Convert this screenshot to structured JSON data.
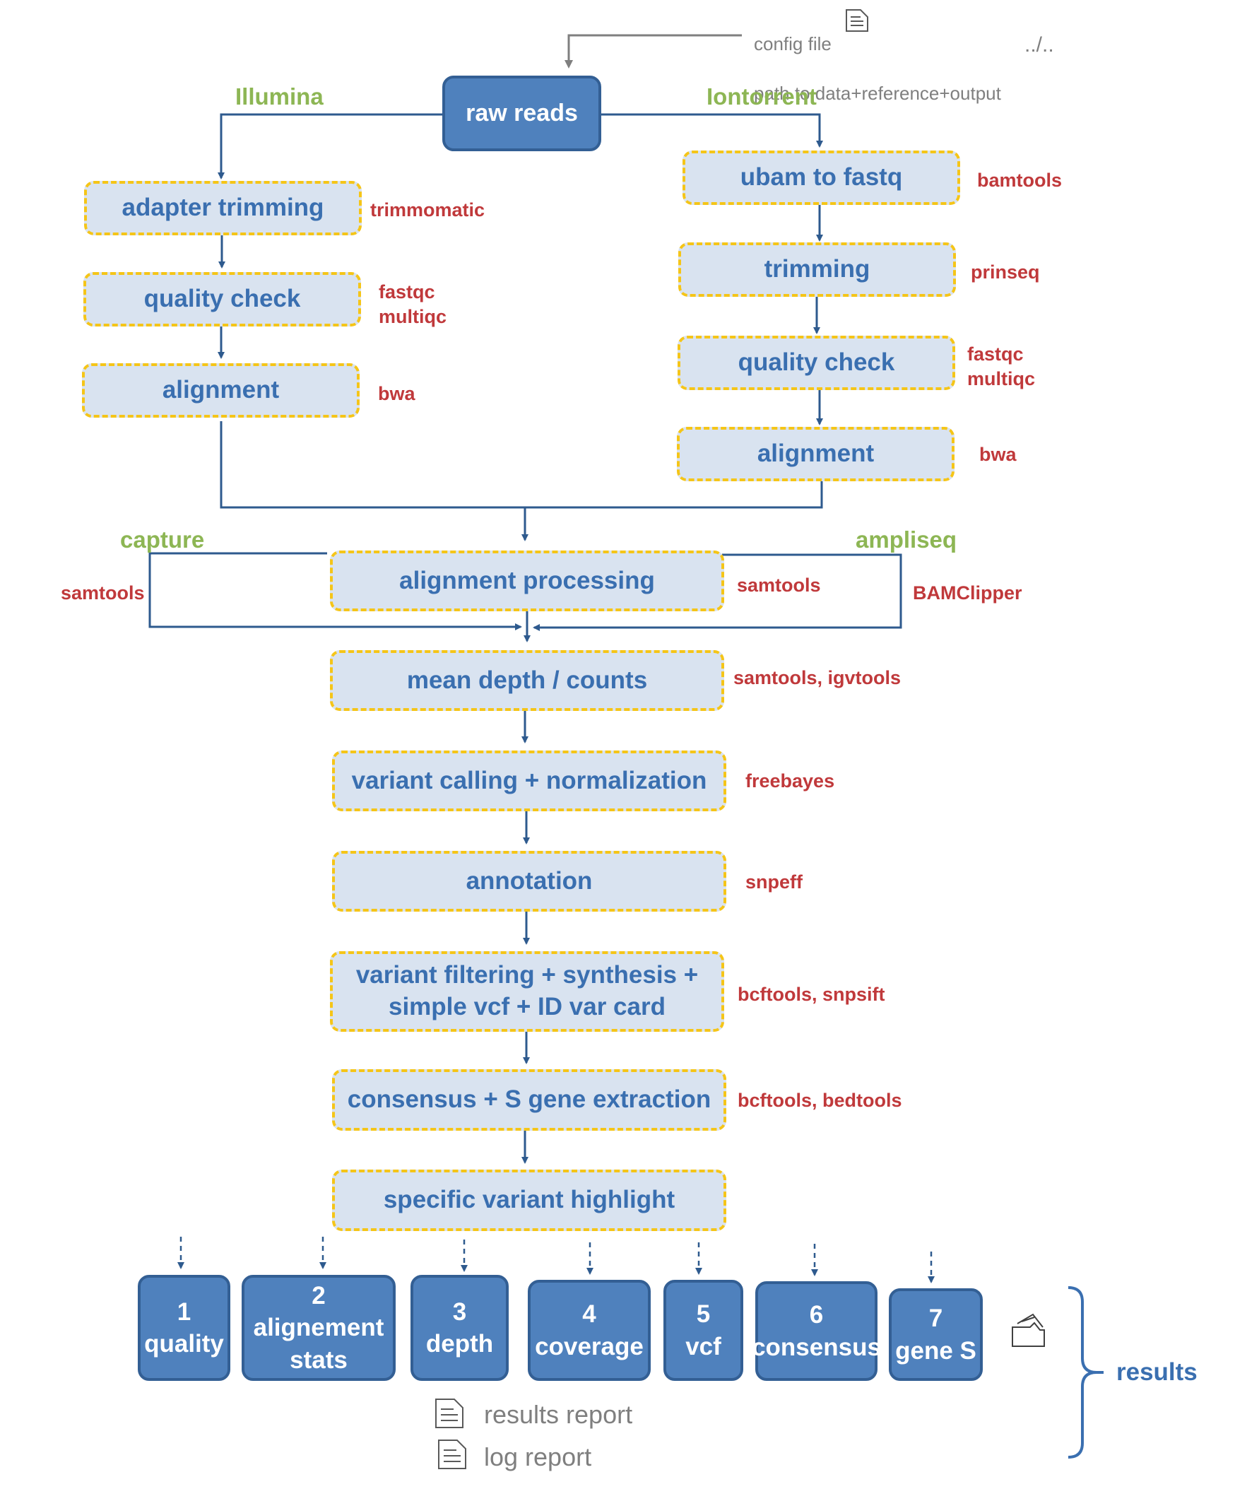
{
  "config": {
    "config_file": "config file",
    "paths": "path to data+reference+output",
    "dots": "../.."
  },
  "raw_reads": "raw reads",
  "branches": {
    "illumina": "Illumina",
    "iontorrent": "Iontorrent",
    "capture": "capture",
    "ampliseq": "ampliseq"
  },
  "illumina": [
    {
      "label": "adapter trimming",
      "tool": "trimmomatic"
    },
    {
      "label": "quality check",
      "tool": "fastqc\nmultiqc"
    },
    {
      "label": "alignment",
      "tool": "bwa"
    }
  ],
  "iontorrent": [
    {
      "label": "ubam to fastq",
      "tool": "bamtools"
    },
    {
      "label": "trimming",
      "tool": "prinseq"
    },
    {
      "label": "quality check",
      "tool": "fastqc\nmultiqc"
    },
    {
      "label": "alignment",
      "tool": "bwa"
    }
  ],
  "capture_tool": "samtools",
  "ampliseq_tool": "BAMClipper",
  "main": [
    {
      "label": "alignment processing",
      "tool": "samtools"
    },
    {
      "label": "mean depth / counts",
      "tool": "samtools, igvtools"
    },
    {
      "label": "variant calling + normalization",
      "tool": "freebayes"
    },
    {
      "label": "annotation",
      "tool": "snpeff"
    },
    {
      "label": "variant filtering + synthesis +\nsimple vcf + ID var card",
      "tool": "bcftools, snpsift"
    },
    {
      "label": "consensus + S gene extraction",
      "tool": "bcftools, bedtools"
    },
    {
      "label": "specific variant highlight",
      "tool": ""
    }
  ],
  "outputs": [
    {
      "label": "1\nquality"
    },
    {
      "label": "2\nalignement\nstats"
    },
    {
      "label": "3\ndepth"
    },
    {
      "label": "4\ncoverage"
    },
    {
      "label": "5\nvcf"
    },
    {
      "label": "6\nconsensus"
    },
    {
      "label": "7\ngene S"
    }
  ],
  "reports": {
    "results_report": "results report",
    "log_report": "log report"
  },
  "results_label": "results",
  "colors": {
    "box_fill": "#d9e3f0",
    "box_border": "#f5c518",
    "box_text": "#3a6fb0",
    "solid_fill": "#4f81bd",
    "tool_text": "#c0393b",
    "branch_text": "#8db654",
    "arrow": "#2e5a8e"
  }
}
